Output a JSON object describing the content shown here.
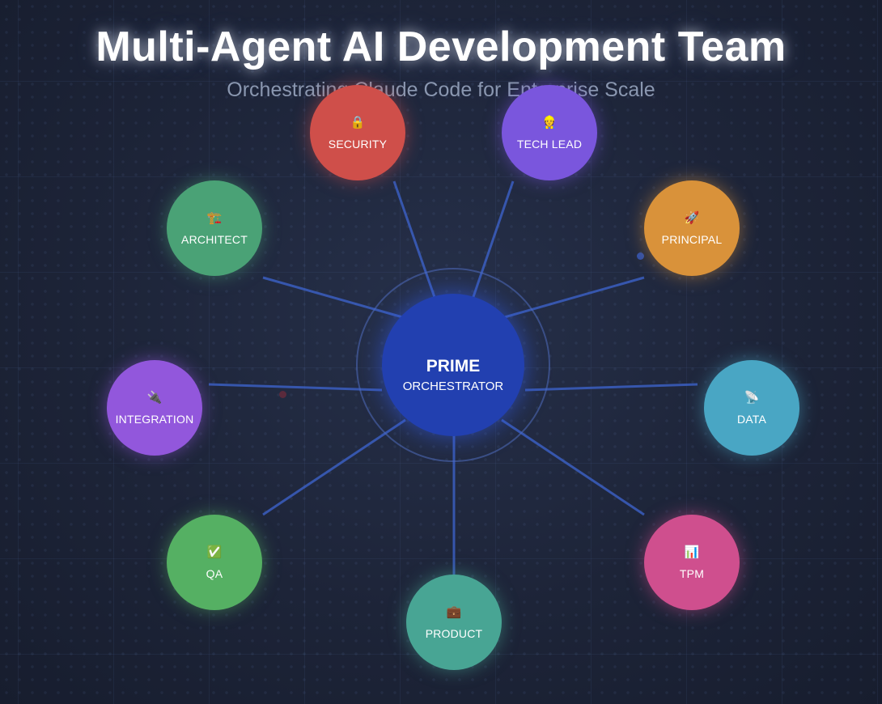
{
  "header": {
    "title": "Multi-Agent AI Development Team",
    "subtitle": "Orchestrating Claude Code for Enterprise Scale"
  },
  "orchestrator": {
    "name": "PRIME",
    "role": "ORCHESTRATOR",
    "color": "#2240b0"
  },
  "agents": [
    {
      "id": "security",
      "label": "SECURITY",
      "icon": "lock-icon",
      "glyph": "🔒",
      "color": "#cf4f4a"
    },
    {
      "id": "tech-lead",
      "label": "TECH LEAD",
      "icon": "engineer-icon",
      "glyph": "👷",
      "color": "#7a56dd"
    },
    {
      "id": "principal",
      "label": "PRINCIPAL",
      "icon": "rocket-icon",
      "glyph": "🚀",
      "color": "#d9923a"
    },
    {
      "id": "data",
      "label": "DATA",
      "icon": "satellite-icon",
      "glyph": "📡",
      "color": "#49a6c4"
    },
    {
      "id": "tpm",
      "label": "TPM",
      "icon": "bar-chart-icon",
      "glyph": "📊",
      "color": "#cf4f8e"
    },
    {
      "id": "product",
      "label": "PRODUCT",
      "icon": "briefcase-icon",
      "glyph": "💼",
      "color": "#48a594"
    },
    {
      "id": "qa",
      "label": "QA",
      "icon": "check-icon",
      "glyph": "✅",
      "color": "#55b063"
    },
    {
      "id": "integration",
      "label": "INTEGRATION",
      "icon": "plug-icon",
      "glyph": "🔌",
      "color": "#9257dc"
    },
    {
      "id": "architect",
      "label": "ARCHITECT",
      "icon": "crane-icon",
      "glyph": "🏗️",
      "color": "#4aa276"
    }
  ],
  "colors": {
    "link": "#3c62c8",
    "ring": "#4a6cc0"
  }
}
